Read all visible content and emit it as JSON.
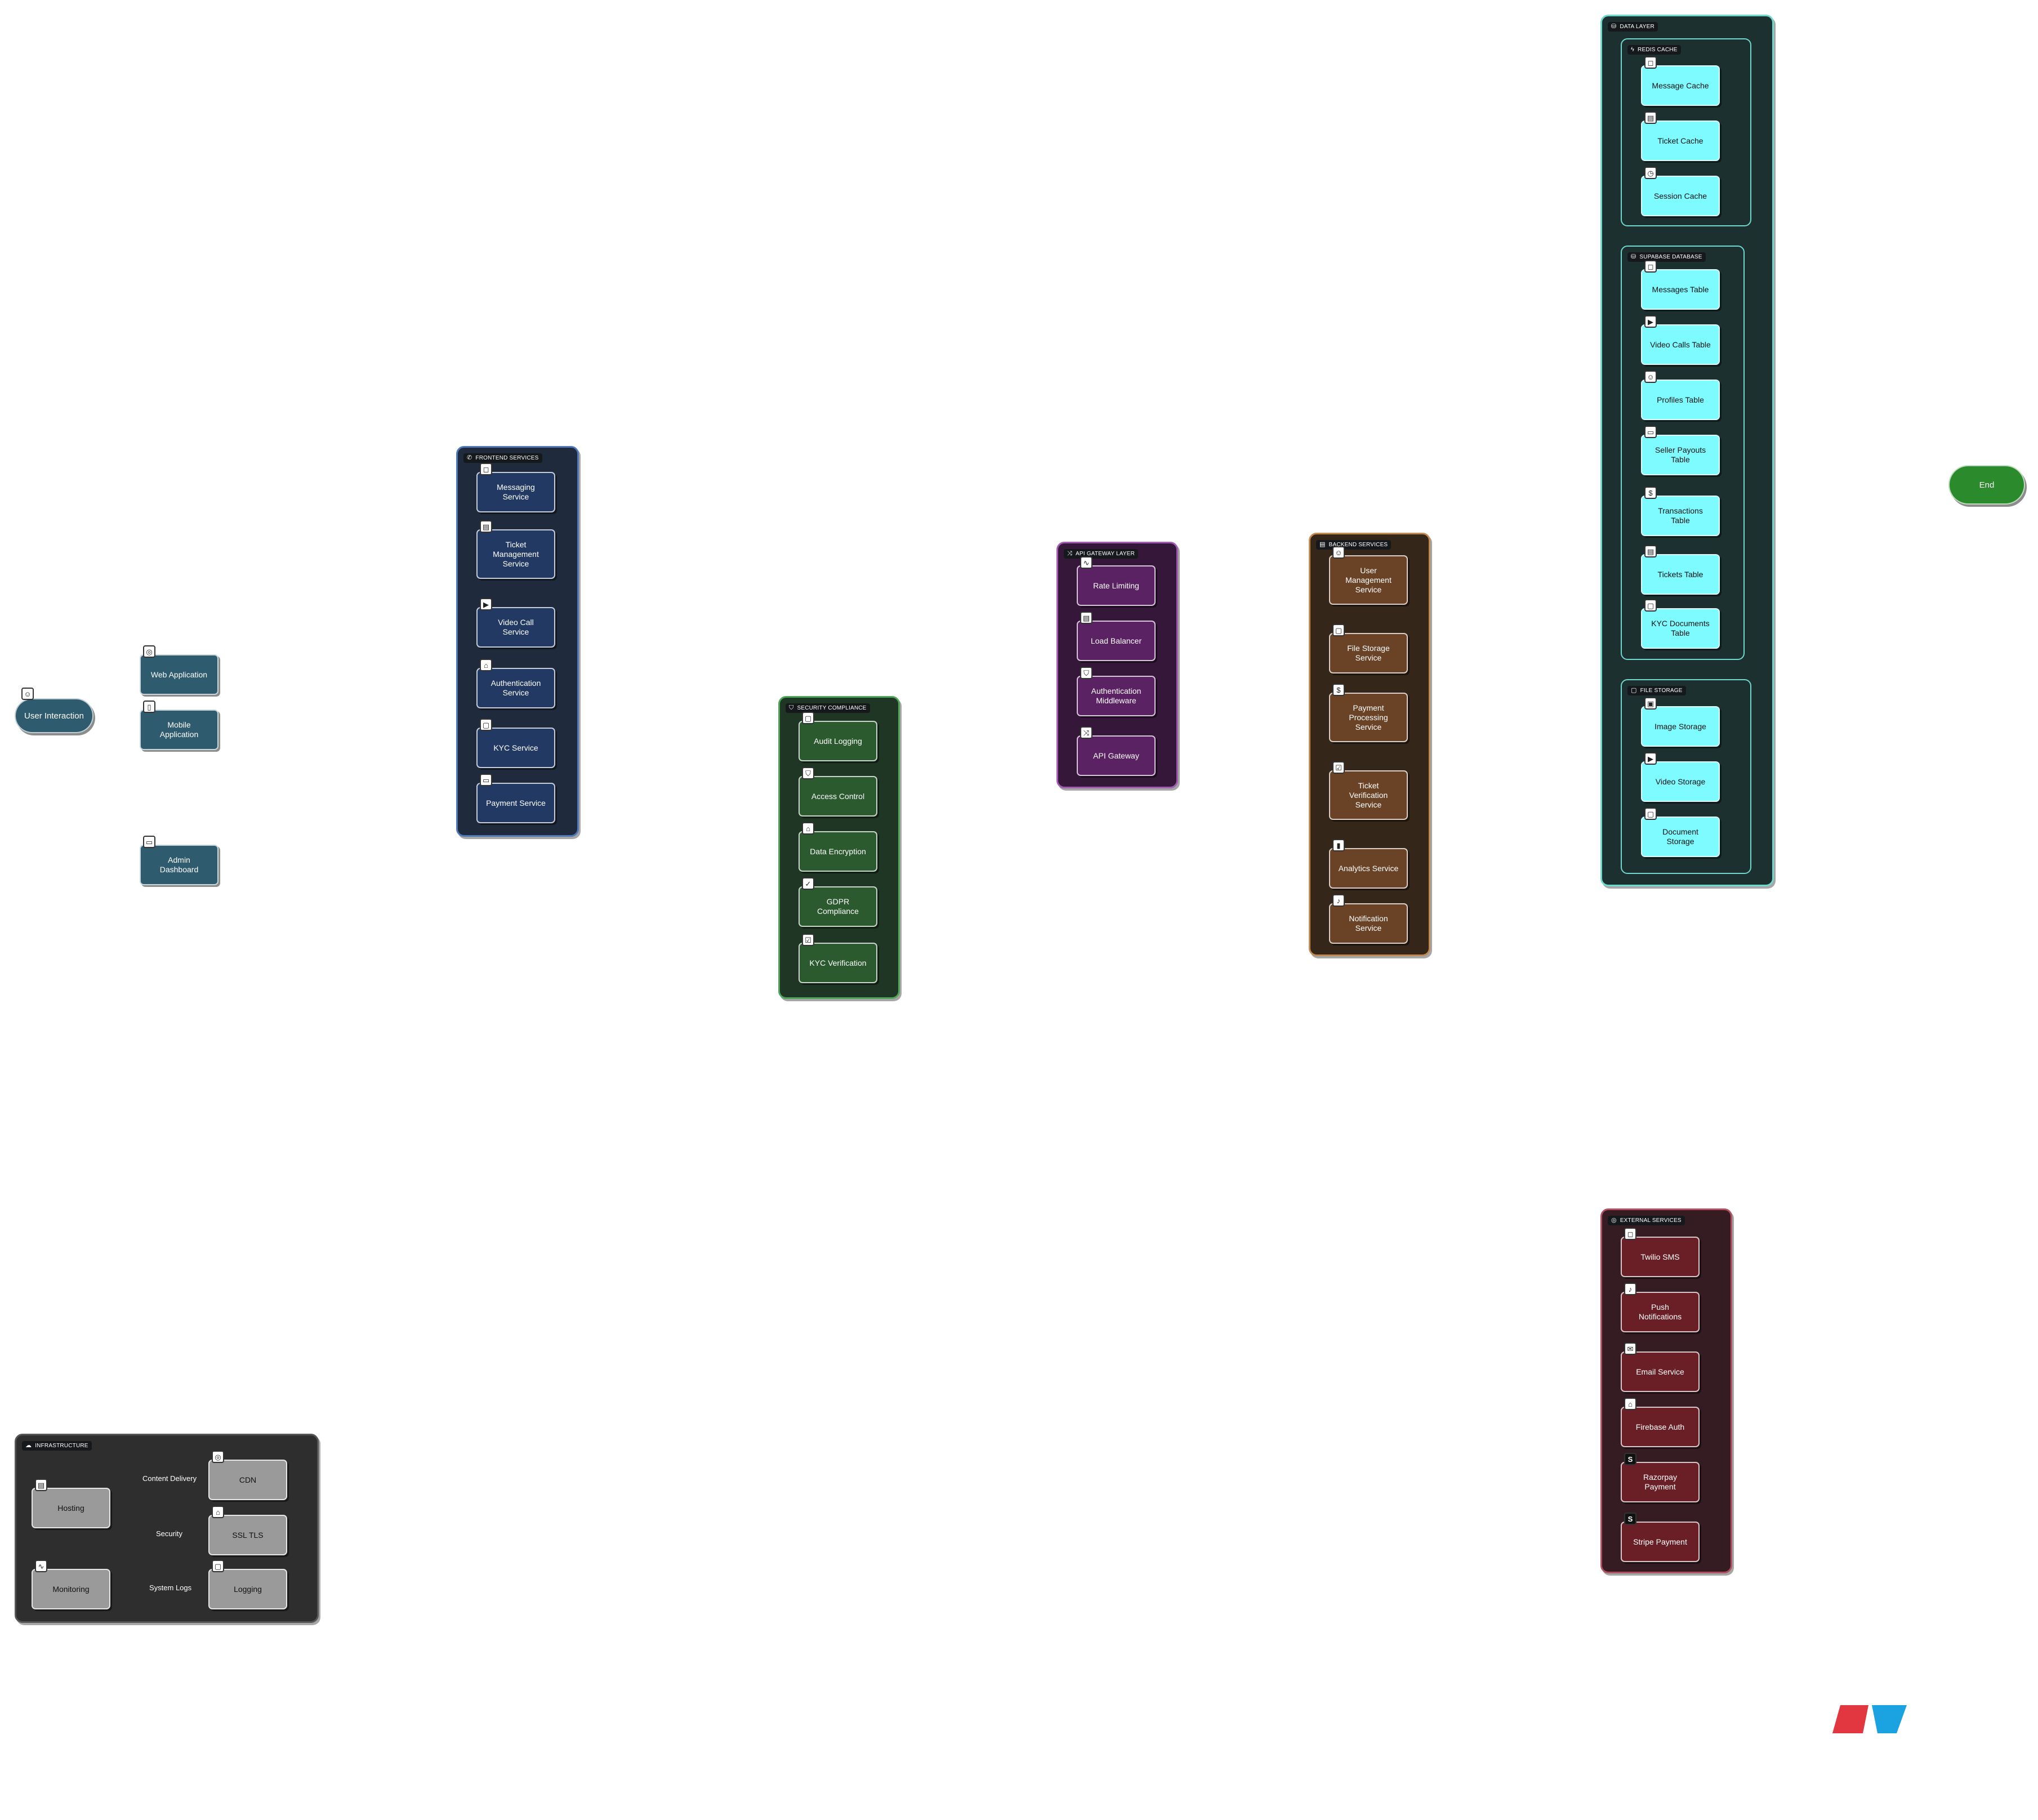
{
  "start": {
    "label": "User Interaction",
    "icon": "user-icon"
  },
  "end": {
    "label": "End"
  },
  "clients": {
    "web": {
      "label": "Web Application",
      "icon": "globe-icon"
    },
    "mobile": {
      "label": "Mobile\nApplication",
      "icon": "smartphone-icon"
    },
    "admin": {
      "label": "Admin\nDashboard",
      "icon": "monitor-icon"
    }
  },
  "frontend": {
    "title": "FRONTEND SERVICES",
    "icon": "phone-icon",
    "items": [
      {
        "label": "Messaging\nService",
        "icon": "message-icon"
      },
      {
        "label": "Ticket\nManagement\nService",
        "icon": "ticket-icon"
      },
      {
        "label": "Video Call\nService",
        "icon": "video-icon"
      },
      {
        "label": "Authentication\nService",
        "icon": "lock-icon"
      },
      {
        "label": "KYC Service",
        "icon": "file-icon"
      },
      {
        "label": "Payment Service",
        "icon": "credit-card-icon"
      }
    ]
  },
  "security": {
    "title": "SECURITY COMPLIANCE",
    "icon": "shield-icon",
    "items": [
      {
        "label": "Audit Logging",
        "icon": "file-icon"
      },
      {
        "label": "Access Control",
        "icon": "shield-icon"
      },
      {
        "label": "Data Encryption",
        "icon": "lock-icon"
      },
      {
        "label": "GDPR\nCompliance",
        "icon": "check-icon"
      },
      {
        "label": "KYC Verification",
        "icon": "check-square-icon"
      }
    ]
  },
  "gateway": {
    "title": "API GATEWAY LAYER",
    "icon": "shuffle-icon",
    "items": [
      {
        "label": "Rate Limiting",
        "icon": "activity-icon"
      },
      {
        "label": "Load Balancer",
        "icon": "server-icon"
      },
      {
        "label": "Authentication\nMiddleware",
        "icon": "shield-icon"
      },
      {
        "label": "API Gateway",
        "icon": "shuffle-icon"
      }
    ]
  },
  "backend": {
    "title": "BACKEND SERVICES",
    "icon": "server-icon",
    "items": [
      {
        "label": "User\nManagement\nService",
        "icon": "users-icon"
      },
      {
        "label": "File Storage\nService",
        "icon": "file-icon"
      },
      {
        "label": "Payment\nProcessing\nService",
        "icon": "dollar-icon"
      },
      {
        "label": "Ticket\nVerification\nService",
        "icon": "check-square-icon"
      },
      {
        "label": "Analytics Service",
        "icon": "bar-chart-icon"
      },
      {
        "label": "Notification\nService",
        "icon": "bell-icon"
      }
    ]
  },
  "data_layer": {
    "title": "DATA LAYER",
    "icon": "database-icon",
    "redis": {
      "title": "REDIS CACHE",
      "icon": "zap-icon",
      "items": [
        {
          "label": "Message Cache",
          "icon": "message-icon"
        },
        {
          "label": "Ticket Cache",
          "icon": "ticket-icon"
        },
        {
          "label": "Session Cache",
          "icon": "clock-icon"
        }
      ]
    },
    "supabase": {
      "title": "SUPABASE DATABASE",
      "icon": "database-icon",
      "items": [
        {
          "label": "Messages Table",
          "icon": "message-icon"
        },
        {
          "label": "Video Calls Table",
          "icon": "video-icon"
        },
        {
          "label": "Profiles Table",
          "icon": "user-icon"
        },
        {
          "label": "Seller Payouts\nTable",
          "icon": "credit-card-icon"
        },
        {
          "label": "Transactions\nTable",
          "icon": "dollar-icon"
        },
        {
          "label": "Tickets Table",
          "icon": "ticket-icon"
        },
        {
          "label": "KYC Documents\nTable",
          "icon": "file-icon"
        }
      ]
    },
    "storage": {
      "title": "FILE STORAGE",
      "icon": "file-icon",
      "items": [
        {
          "label": "Image Storage",
          "icon": "image-icon"
        },
        {
          "label": "Video Storage",
          "icon": "video-icon"
        },
        {
          "label": "Document\nStorage",
          "icon": "file-icon"
        }
      ]
    }
  },
  "external": {
    "title": "EXTERNAL SERVICES",
    "icon": "globe-icon",
    "items": [
      {
        "label": "Twilio SMS",
        "icon": "message-icon"
      },
      {
        "label": "Push\nNotifications",
        "icon": "bell-icon"
      },
      {
        "label": "Email Service",
        "icon": "mail-icon"
      },
      {
        "label": "Firebase Auth",
        "icon": "lock-icon"
      },
      {
        "label": "Razorpay\nPayment",
        "icon": "stripe-s-icon"
      },
      {
        "label": "Stripe Payment",
        "icon": "stripe-s-icon"
      }
    ]
  },
  "infrastructure": {
    "title": "INFRASTRUCTURE",
    "icon": "cloud-icon",
    "nodes": {
      "hosting": {
        "label": "Hosting",
        "icon": "server-icon"
      },
      "monitoring": {
        "label": "Monitoring",
        "icon": "activity-icon"
      },
      "cdn": {
        "label": "CDN",
        "icon": "globe-icon"
      },
      "ssl": {
        "label": "SSL TLS",
        "icon": "lock-icon"
      },
      "logging": {
        "label": "Logging",
        "icon": "file-icon"
      }
    },
    "edges": {
      "content_delivery": "Content Delivery",
      "security": "Security",
      "system_logs": "System Logs"
    }
  },
  "colors": {
    "client": "#2f5b6e",
    "frontend_bg": "#1f2a3c",
    "frontend_node": "#223a63",
    "frontend_border": "#4e78b8",
    "security_bg": "#1e3623",
    "security_node": "#2a5a2e",
    "security_border": "#4fa65a",
    "gateway_bg": "#35173a",
    "gateway_node": "#5a2262",
    "gateway_border": "#a05cb0",
    "backend_bg": "#342619",
    "backend_node": "#6a4226",
    "backend_border": "#c08a50",
    "data_bg": "#1d3030",
    "data_node": "#7dfbff",
    "data_border": "#6fd9cf",
    "external_bg": "#341c22",
    "external_node": "#6a1f26",
    "external_border": "#b05060",
    "infra_bg": "#2e2e2e",
    "infra_node": "#9a9a9a",
    "end": "#2b8a2b",
    "logo_red": "#e23740",
    "logo_blue": "#1aa3e0"
  }
}
